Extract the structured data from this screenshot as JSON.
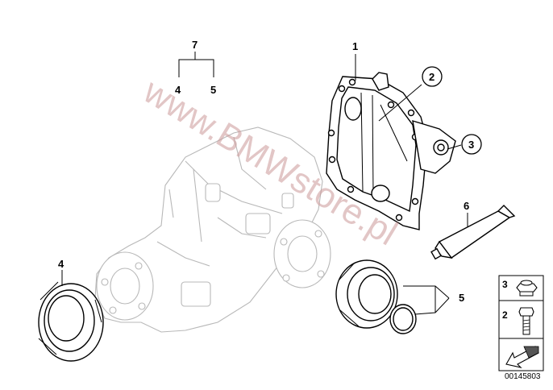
{
  "callouts": {
    "c1": "1",
    "c2": "2",
    "c3": "3",
    "c4_top": "4",
    "c4_left": "4",
    "c5_top": "5",
    "c5_right": "5",
    "c6": "6",
    "c7": "7"
  },
  "legend": {
    "item3": "3",
    "item2": "2"
  },
  "watermark": "www.BMWstore.pl",
  "document_number": "00145803"
}
